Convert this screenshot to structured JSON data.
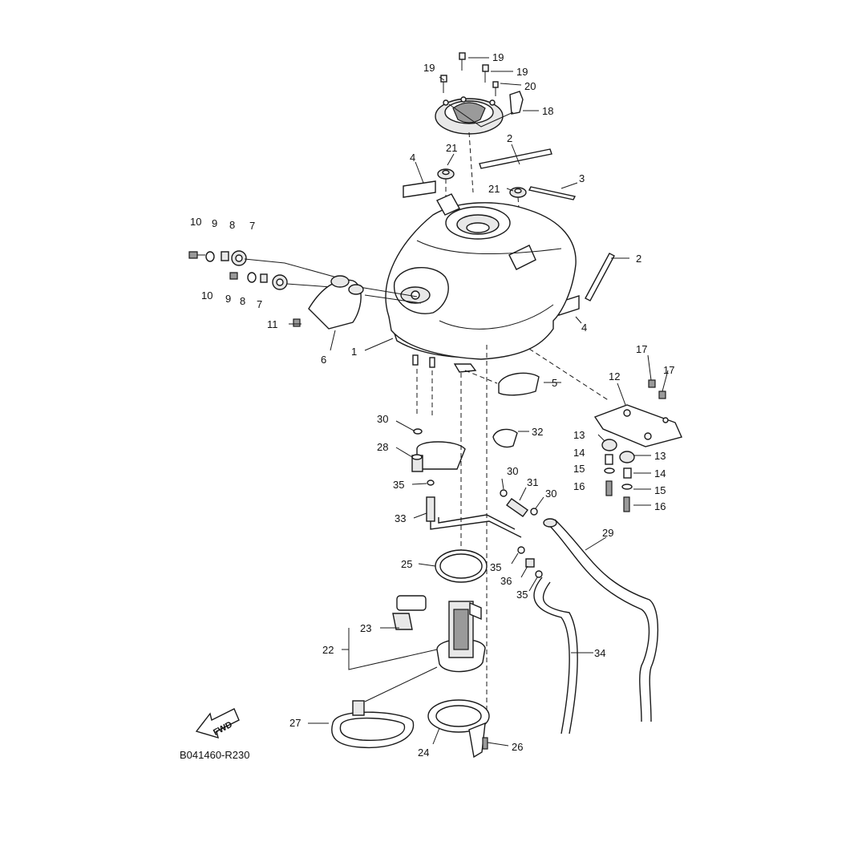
{
  "diagram_code": "B041460-R230",
  "fwd_label": "FWD",
  "callouts": [
    {
      "key": "c1",
      "text": "1"
    },
    {
      "key": "c2a",
      "text": "2"
    },
    {
      "key": "c2b",
      "text": "2"
    },
    {
      "key": "c3",
      "text": "3"
    },
    {
      "key": "c4a",
      "text": "4"
    },
    {
      "key": "c4b",
      "text": "4"
    },
    {
      "key": "c5",
      "text": "5"
    },
    {
      "key": "c6",
      "text": "6"
    },
    {
      "key": "c7a",
      "text": "7"
    },
    {
      "key": "c7b",
      "text": "7"
    },
    {
      "key": "c8a",
      "text": "8"
    },
    {
      "key": "c8b",
      "text": "8"
    },
    {
      "key": "c9a",
      "text": "9"
    },
    {
      "key": "c9b",
      "text": "9"
    },
    {
      "key": "c10a",
      "text": "10"
    },
    {
      "key": "c10b",
      "text": "10"
    },
    {
      "key": "c11",
      "text": "11"
    },
    {
      "key": "c12",
      "text": "12"
    },
    {
      "key": "c13a",
      "text": "13"
    },
    {
      "key": "c13b",
      "text": "13"
    },
    {
      "key": "c14a",
      "text": "14"
    },
    {
      "key": "c14b",
      "text": "14"
    },
    {
      "key": "c15a",
      "text": "15"
    },
    {
      "key": "c15b",
      "text": "15"
    },
    {
      "key": "c16a",
      "text": "16"
    },
    {
      "key": "c16b",
      "text": "16"
    },
    {
      "key": "c17a",
      "text": "17"
    },
    {
      "key": "c17b",
      "text": "17"
    },
    {
      "key": "c18",
      "text": "18"
    },
    {
      "key": "c19a",
      "text": "19"
    },
    {
      "key": "c19b",
      "text": "19"
    },
    {
      "key": "c19c",
      "text": "19"
    },
    {
      "key": "c20",
      "text": "20"
    },
    {
      "key": "c21a",
      "text": "21"
    },
    {
      "key": "c21b",
      "text": "21"
    },
    {
      "key": "c22",
      "text": "22"
    },
    {
      "key": "c23",
      "text": "23"
    },
    {
      "key": "c24",
      "text": "24"
    },
    {
      "key": "c25",
      "text": "25"
    },
    {
      "key": "c26",
      "text": "26"
    },
    {
      "key": "c27",
      "text": "27"
    },
    {
      "key": "c28",
      "text": "28"
    },
    {
      "key": "c29",
      "text": "29"
    },
    {
      "key": "c30a",
      "text": "30"
    },
    {
      "key": "c30b",
      "text": "30"
    },
    {
      "key": "c30c",
      "text": "30"
    },
    {
      "key": "c31",
      "text": "31"
    },
    {
      "key": "c32",
      "text": "32"
    },
    {
      "key": "c33",
      "text": "33"
    },
    {
      "key": "c34",
      "text": "34"
    },
    {
      "key": "c35a",
      "text": "35"
    },
    {
      "key": "c35b",
      "text": "35"
    },
    {
      "key": "c35c",
      "text": "35"
    },
    {
      "key": "c36",
      "text": "36"
    }
  ]
}
